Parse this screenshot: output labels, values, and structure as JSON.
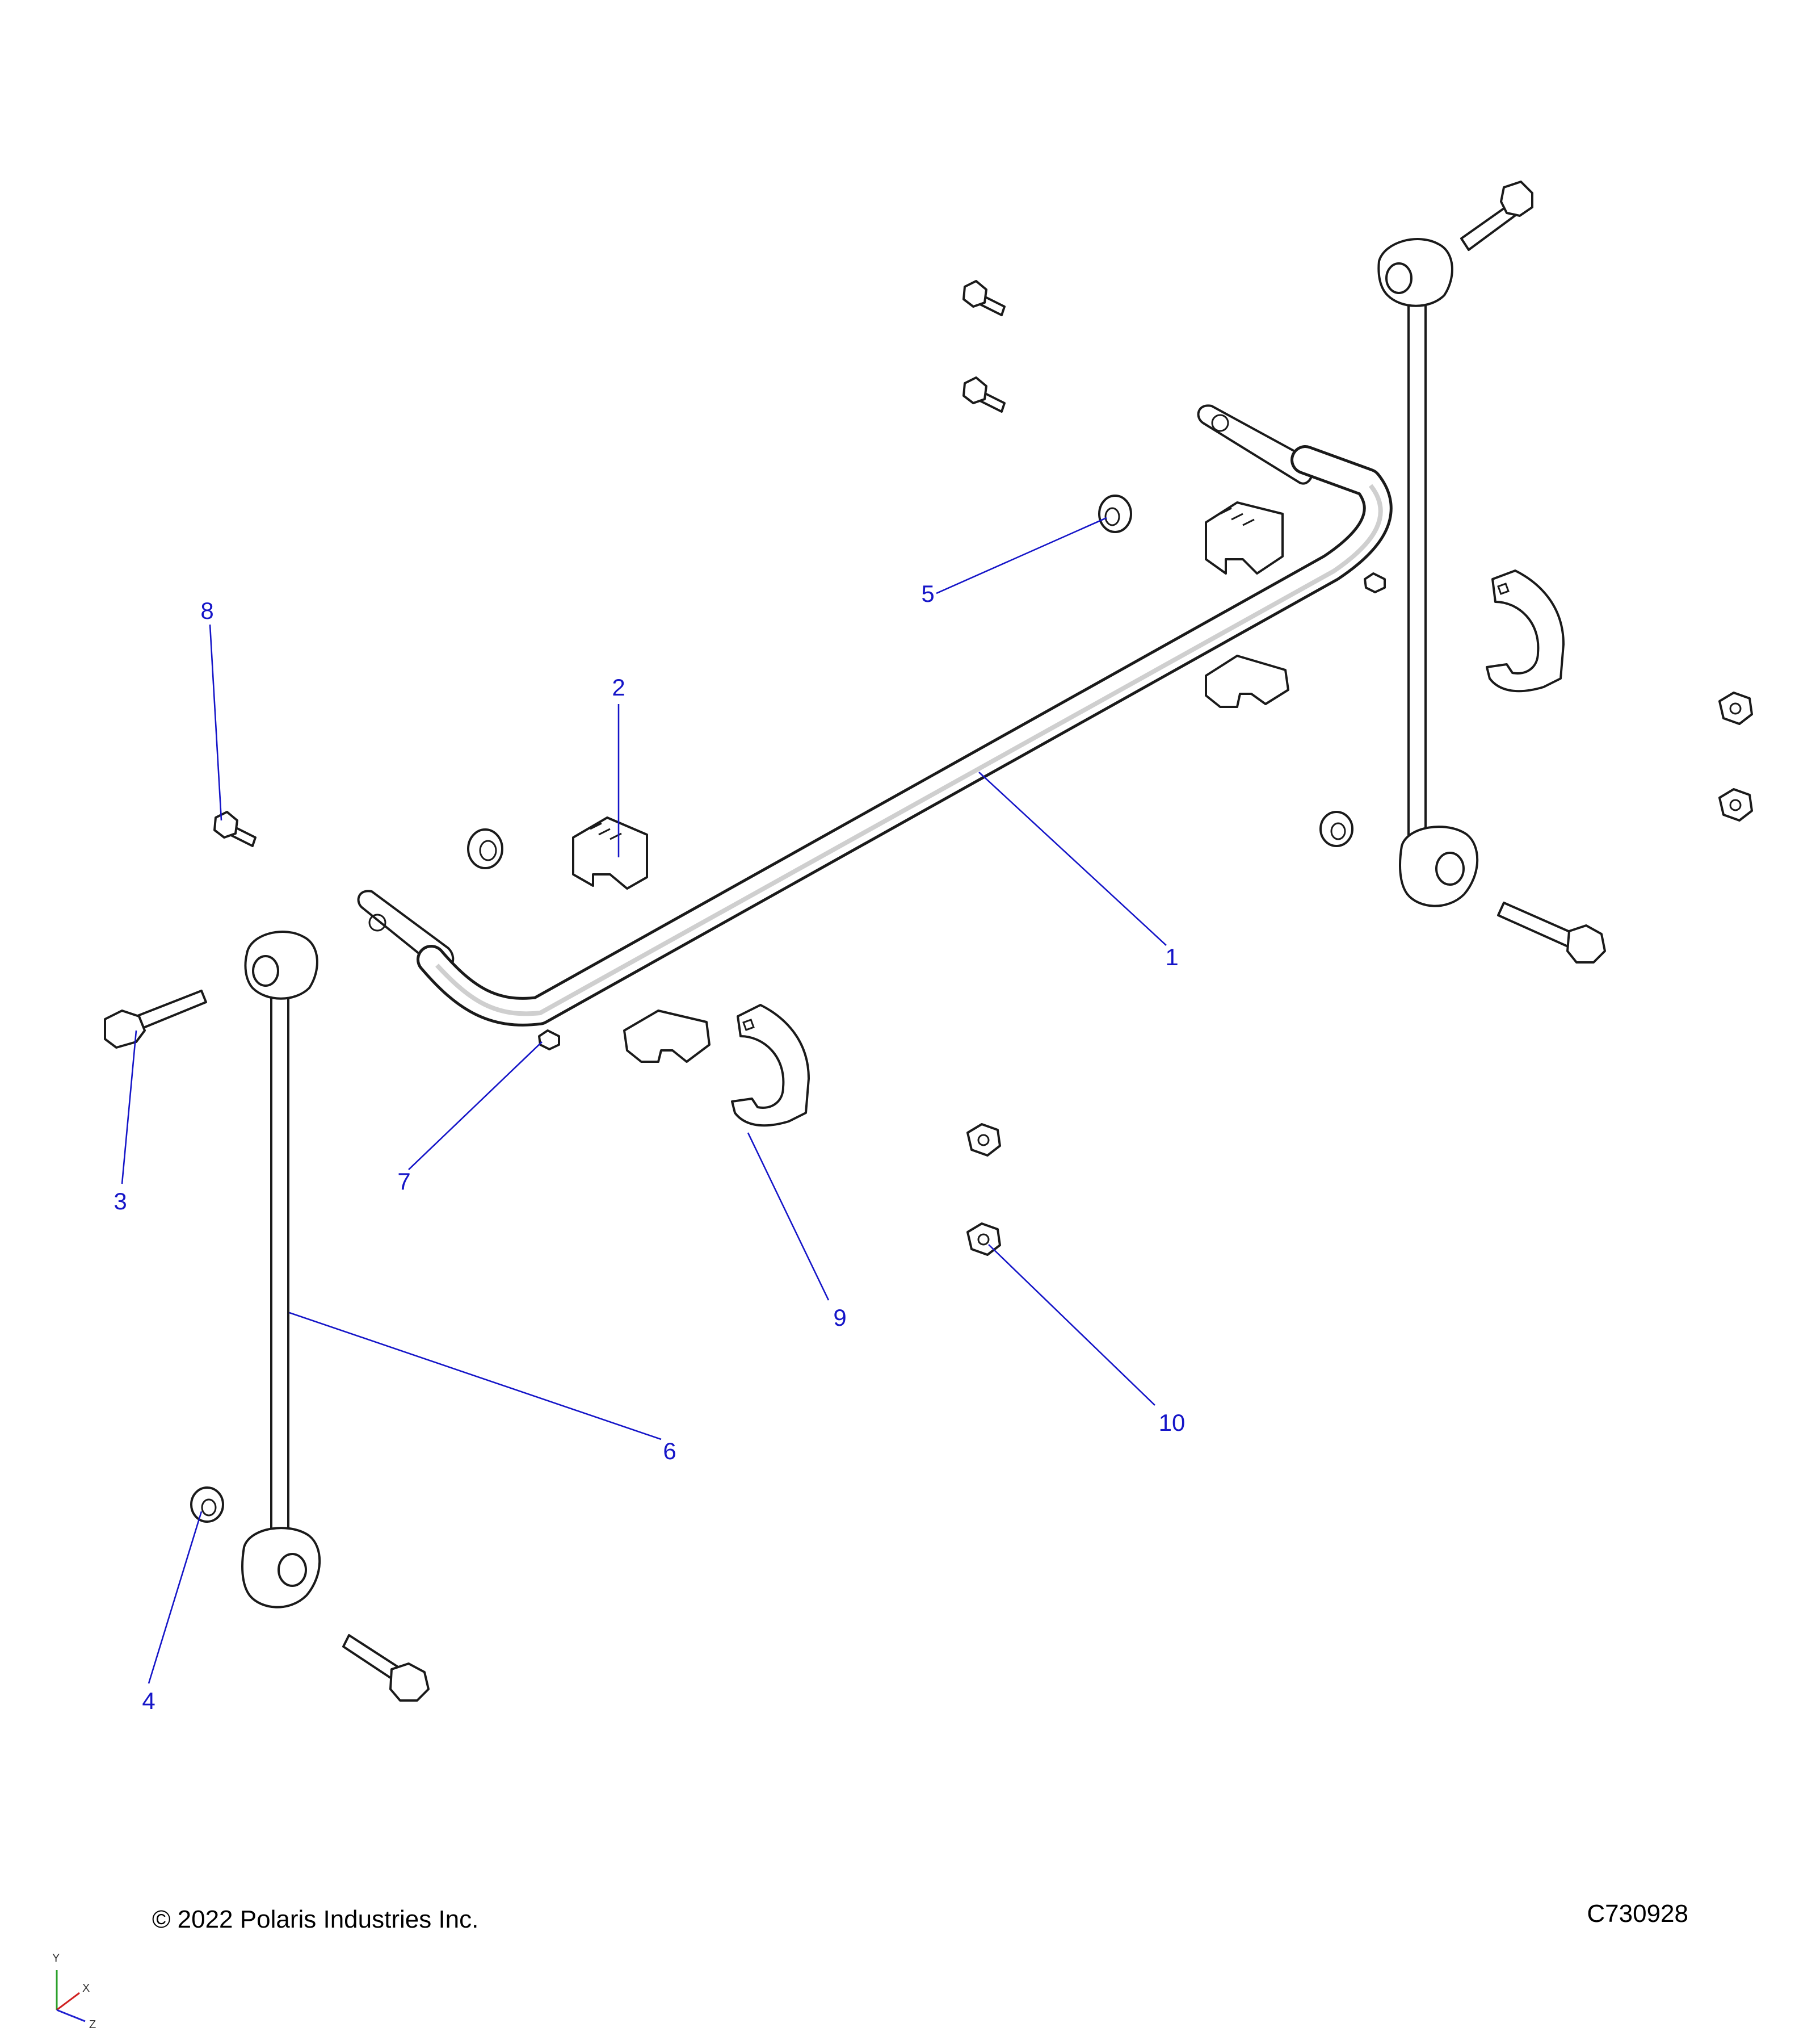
{
  "callouts": [
    "1",
    "2",
    "3",
    "4",
    "5",
    "6",
    "7",
    "8",
    "9",
    "10"
  ],
  "copyright": "© 2022 Polaris Industries Inc.",
  "drawing_number": "C730928",
  "axes": {
    "y": "Y",
    "x": "X",
    "z": "Z"
  },
  "colors": {
    "callout": "#1515c8",
    "line": "#1a1a1a",
    "shade": "#d9d9d9"
  },
  "parts_depicted": [
    "stabilizer-bar",
    "bushing",
    "bolt",
    "nut",
    "link-rod",
    "clamp",
    "grease-fitting"
  ]
}
